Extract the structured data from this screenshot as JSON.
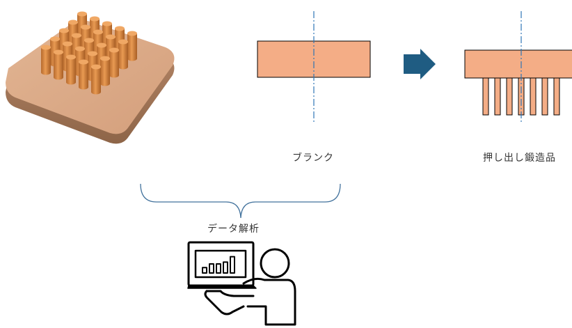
{
  "labels": {
    "blank": "ブランク",
    "product": "押し出し鍛造品",
    "analysis": "データ解析"
  },
  "colors": {
    "blank_fill": "#F4AD86",
    "base_plate": "#DCA987",
    "pin": "#E59A4F",
    "arrow": "#1F5C82",
    "centerline": "#2E75B6",
    "brace": "#41719C",
    "outline": "#000000"
  },
  "icons": {
    "model": "pin-fin-heatsink-3d",
    "arrow": "right-arrow-icon",
    "analyst": "person-laptop-chart-icon"
  },
  "chart_icon_bars": [
    0.3,
    0.5,
    0.5,
    0.6,
    0.9
  ]
}
